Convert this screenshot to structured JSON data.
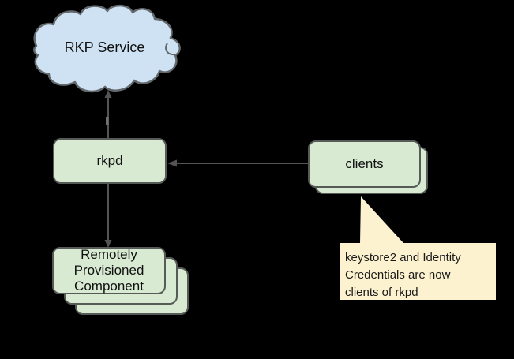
{
  "diagram": {
    "background_color": "#000000",
    "connector_color": "#545454",
    "nodes": {
      "rkp_service": {
        "label": "RKP Service",
        "shape": "cloud",
        "fill": "#cfe2f3",
        "border": "#63686d"
      },
      "rkpd": {
        "label": "rkpd",
        "shape": "rounded-rectangle",
        "fill": "#d9ead3",
        "border": "#565b58"
      },
      "clients": {
        "label": "clients",
        "shape": "stacked-rounded-rectangle",
        "stack_count": 2,
        "fill": "#d9ead3",
        "border": "#565b58"
      },
      "remotely_provisioned_component": {
        "label": "Remotely Provisioned Component",
        "lines": [
          "Remotely",
          "Provisioned",
          "Component"
        ],
        "shape": "stacked-rounded-rectangle",
        "stack_count": 3,
        "fill": "#d9ead3",
        "border": "#565b58"
      }
    },
    "edges": [
      {
        "from": "rkpd",
        "to": "rkp_service",
        "direction": "up",
        "arrowhead": "at rkp_service"
      },
      {
        "from": "clients",
        "to": "rkpd",
        "direction": "left",
        "arrowhead": "at rkpd"
      },
      {
        "from": "rkpd",
        "to": "remotely_provisioned_component",
        "direction": "down",
        "arrowhead": "at remotely_provisioned_component"
      }
    ],
    "callout": {
      "attached_to": "clients",
      "fill": "#fdf2cf",
      "lines": [
        "keystore2 and Identity",
        "Credentials are now",
        "clients of rkpd"
      ],
      "text": "keystore2 and Identity Credentials are now clients of rkpd"
    }
  }
}
